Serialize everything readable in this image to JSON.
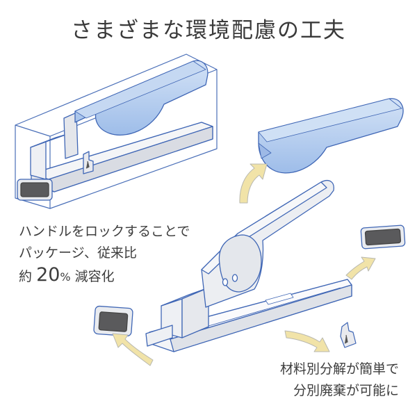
{
  "title": "さまざまな環境配慮の工夫",
  "note_left": {
    "line1": "ハンドルをロックすることで",
    "line2": "パッケージ、従来比",
    "line3_pre": "約",
    "line3_num": "20",
    "line3_pct": "%",
    "line3_post": "減容化"
  },
  "note_right": {
    "line1": "材料別分解が簡単で",
    "line2": "分別廃棄が可能に"
  },
  "colors": {
    "handle_blue": "#a9c5ec",
    "handle_blue_light": "#d3e2f6",
    "line_blue": "#3f66b5",
    "body_grey": "#eeeff2",
    "cushion_dark": "#5a5a5c",
    "arrow_yellow": "#f1e3a8"
  }
}
